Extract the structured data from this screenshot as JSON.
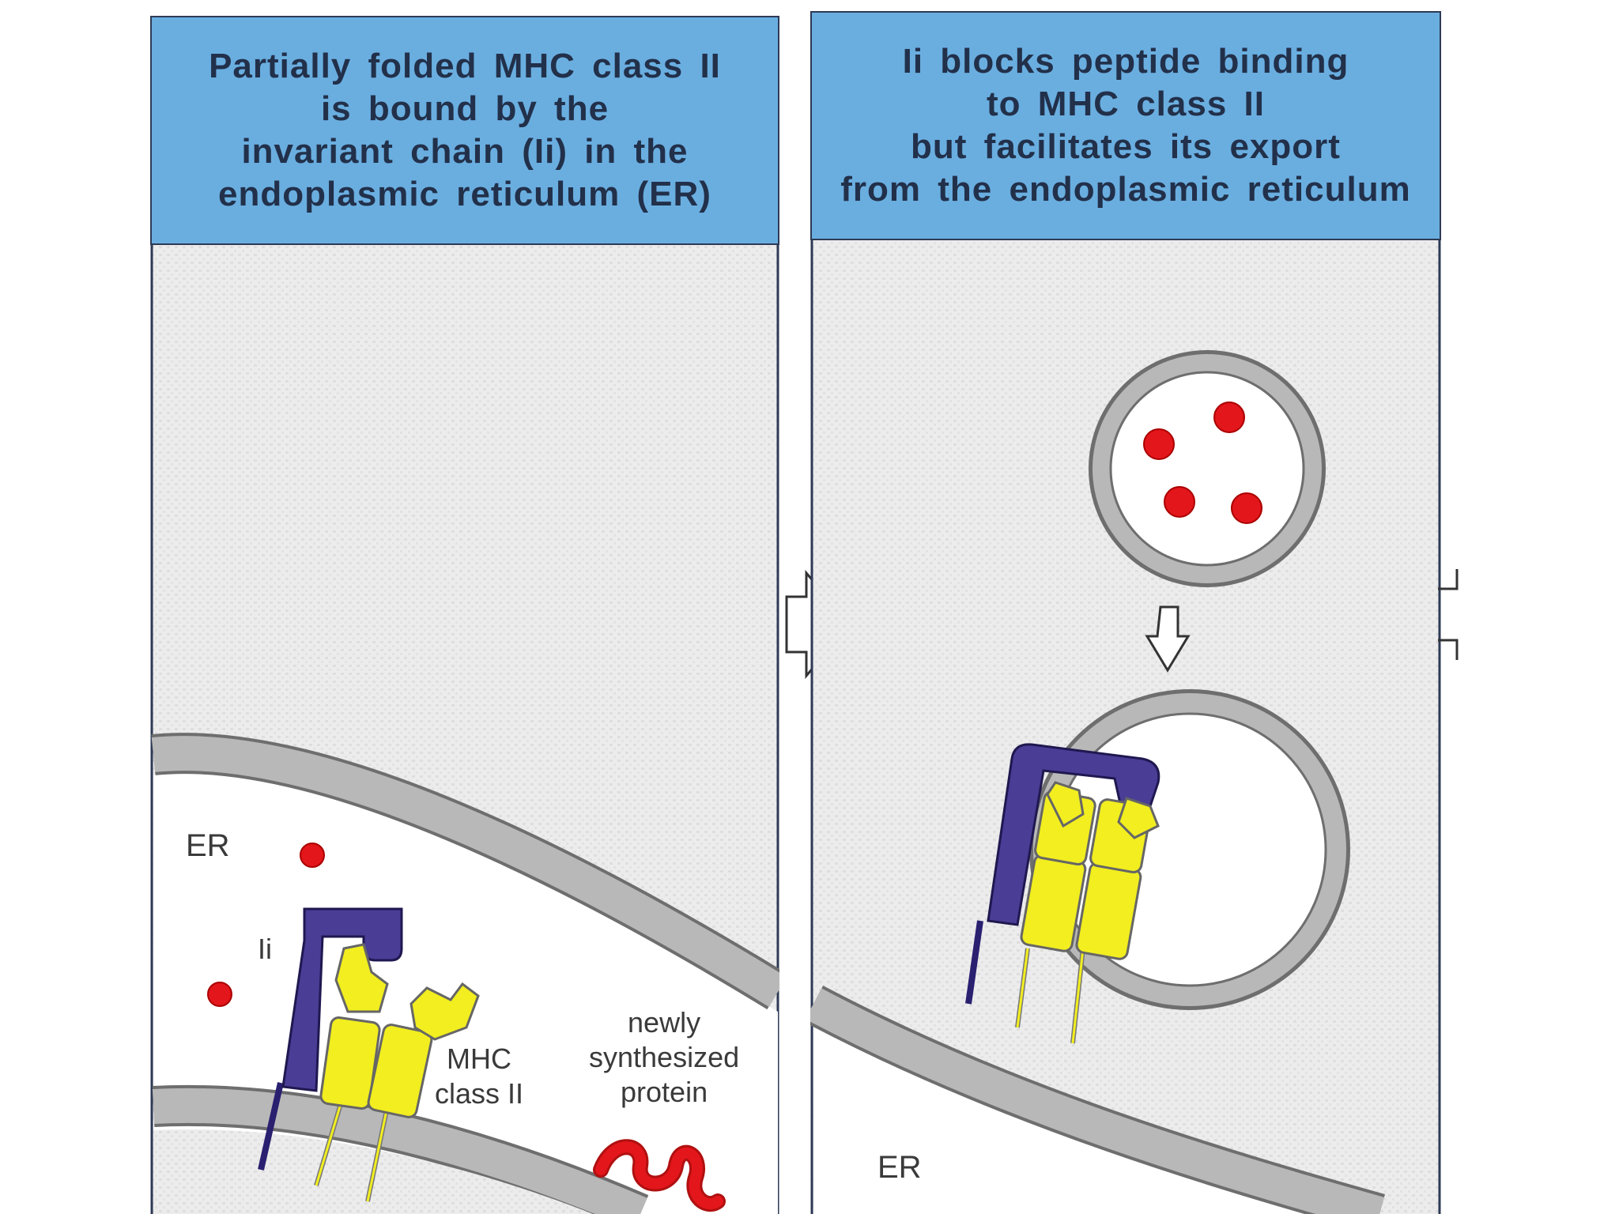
{
  "panel_left": {
    "header": "Partially folded MHC class II\nis bound by the\ninvariant chain (Ii) in the\nendoplasmic reticulum (ER)",
    "er_label": "ER",
    "ii_label": "Ii",
    "mhc_label": "MHC\nclass II",
    "protein_label": "newly\nsynthesized\nprotein"
  },
  "panel_right": {
    "header": "Ii blocks peptide binding\nto MHC class II\nbut facilitates its export\nfrom the endoplasmic reticulum",
    "er_label": "ER"
  },
  "colors": {
    "header_blue": "#6aaee0",
    "membrane_gray": "#a8a8a8",
    "invariant_chain_purple": "#4a3d96",
    "mhc_yellow": "#f2ee1f",
    "peptide_red": "#e3161c",
    "arrow": "white-outline"
  }
}
